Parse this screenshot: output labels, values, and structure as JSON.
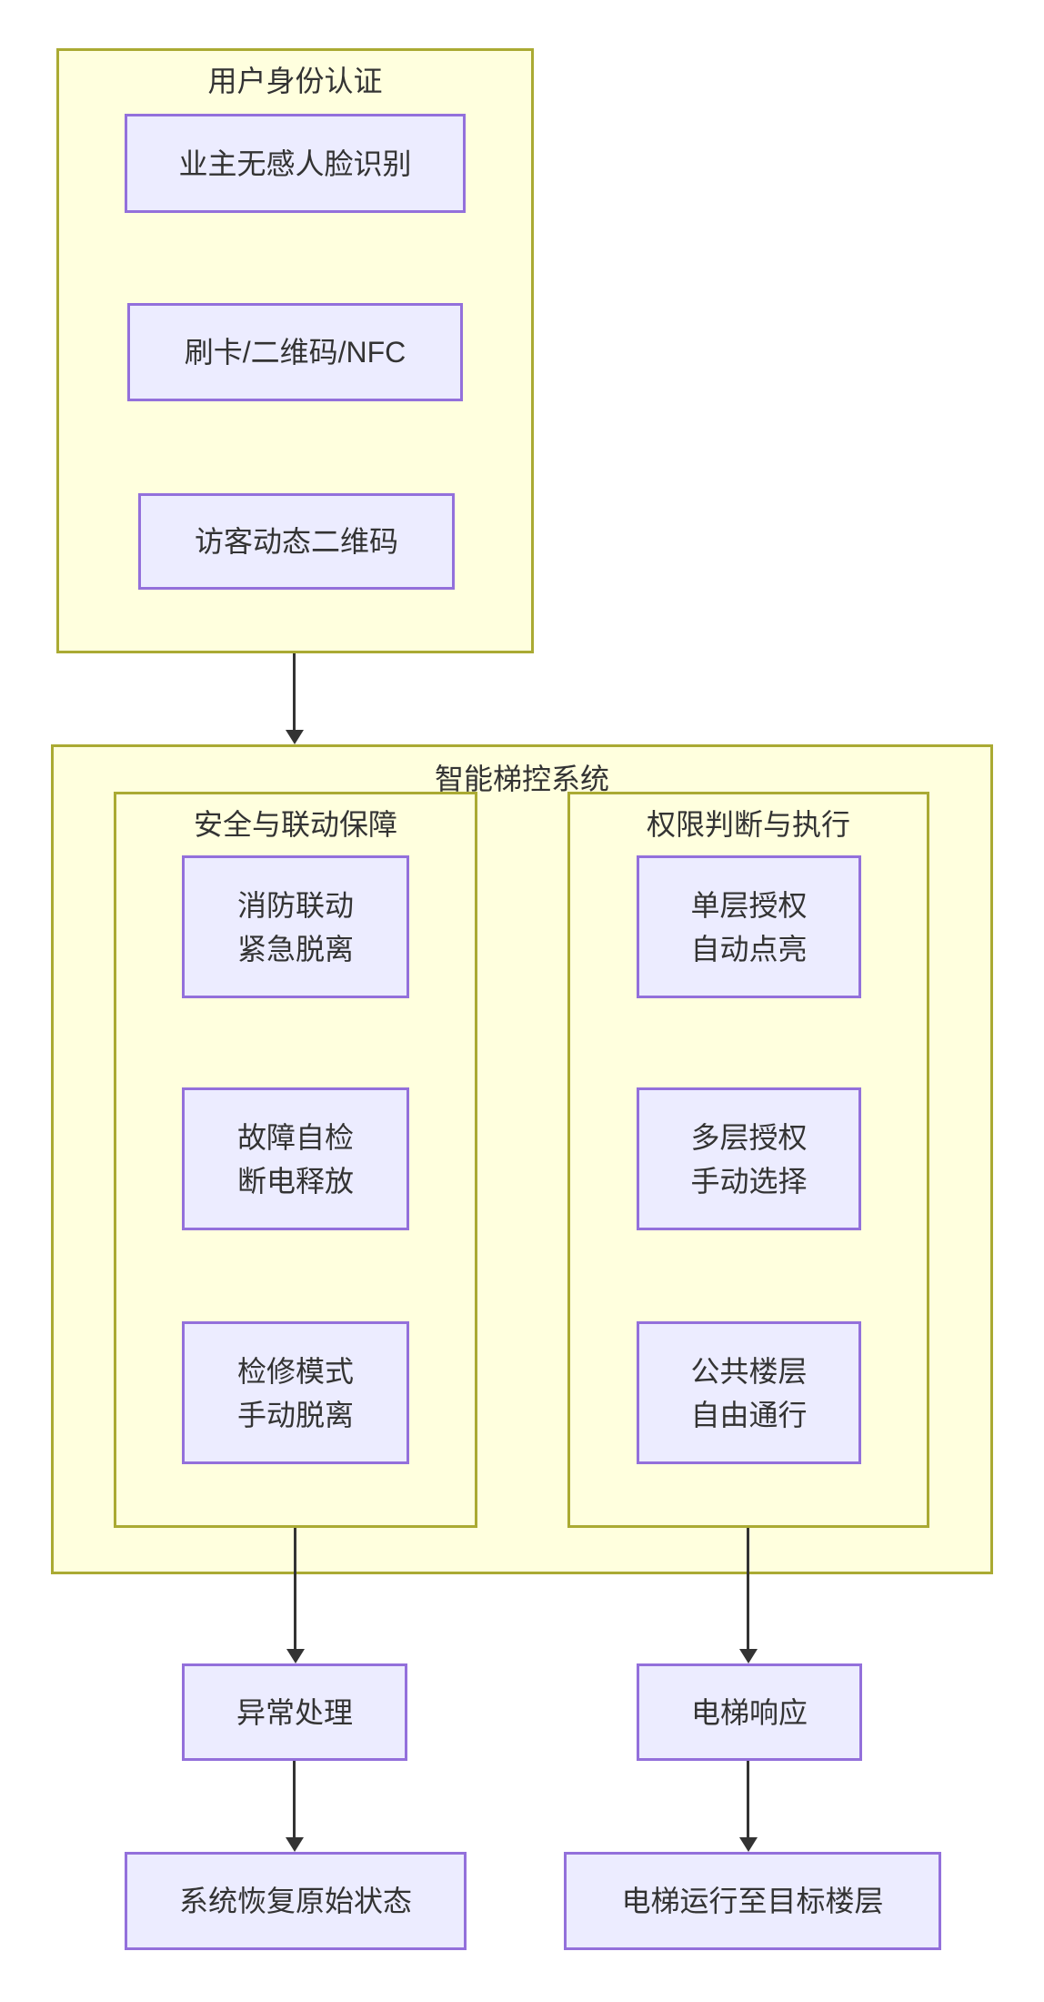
{
  "diagram": {
    "type": "flowchart-top-down",
    "colors": {
      "cluster_fill": "#ffffde",
      "cluster_border": "#aaaa33",
      "node_fill": "#ECECFF",
      "node_border": "#9370DB",
      "edge": "#333333",
      "text": "#333333",
      "background": "#ffffff"
    },
    "cluster_auth": {
      "title": "用户身份认证",
      "nodes": {
        "face": "业主无感人脸识别",
        "card": "刷卡/二维码/NFC",
        "visitor": "访客动态二维码"
      }
    },
    "cluster_system": {
      "title": "智能梯控系统",
      "cluster_safety": {
        "title": "安全与联动保障",
        "nodes": {
          "fire": [
            "消防联动",
            "紧急脱离"
          ],
          "fault": [
            "故障自检",
            "断电释放"
          ],
          "maint": [
            "检修模式",
            "手动脱离"
          ]
        }
      },
      "cluster_permission": {
        "title": "权限判断与执行",
        "nodes": {
          "single": [
            "单层授权",
            "自动点亮"
          ],
          "multi": [
            "多层授权",
            "手动选择"
          ],
          "public": [
            "公共楼层",
            "自由通行"
          ]
        }
      }
    },
    "end_nodes": {
      "exception": "异常处理",
      "restore": "系统恢复原始状态",
      "response": "电梯响应",
      "run": "电梯运行至目标楼层"
    }
  }
}
